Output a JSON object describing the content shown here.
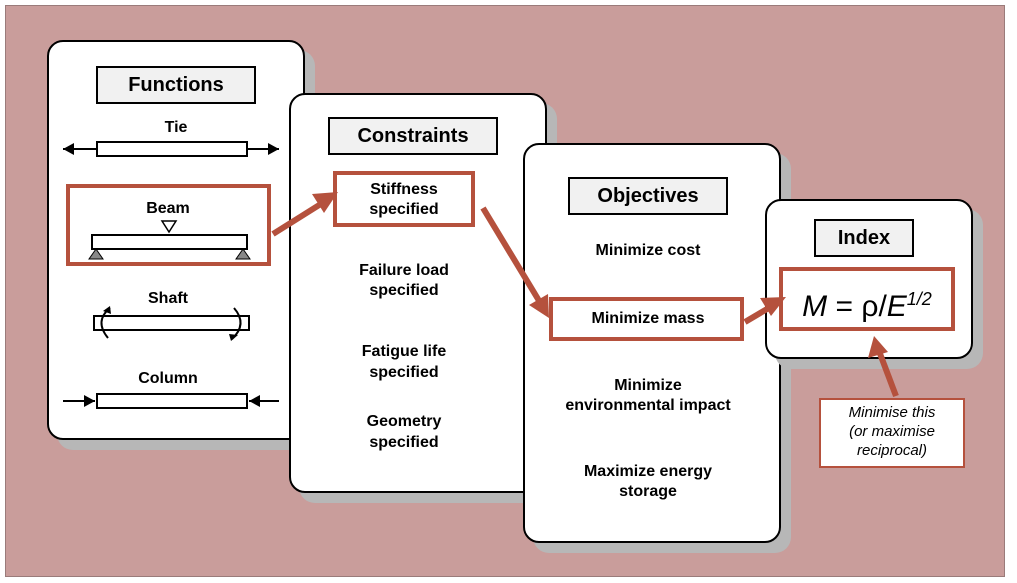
{
  "functions": {
    "title": "Functions",
    "tie": "Tie",
    "beam": "Beam",
    "shaft": "Shaft",
    "column": "Column"
  },
  "constraints": {
    "title": "Constraints",
    "items": [
      "Stiffness",
      "specified",
      "Failure load",
      "specified",
      "Fatigue life",
      "specified",
      "Geometry",
      "specified"
    ]
  },
  "objectives": {
    "title": "Objectives",
    "items": [
      "Minimize cost",
      "Minimize mass",
      "Minimize",
      "environmental impact",
      "Maximize energy",
      "storage"
    ]
  },
  "index": {
    "title": "Index",
    "formula": {
      "lhs": "M",
      "eq": " = ",
      "rho": "ρ",
      "slash": "/",
      "e": "E",
      "exp": "1/2"
    }
  },
  "note": {
    "lines": [
      "Minimise this",
      "(or maximise",
      "reciprocal)"
    ]
  },
  "colors": {
    "background": "#c99d9b",
    "highlight": "#b5513d",
    "shadow": "#b7b7b7"
  }
}
